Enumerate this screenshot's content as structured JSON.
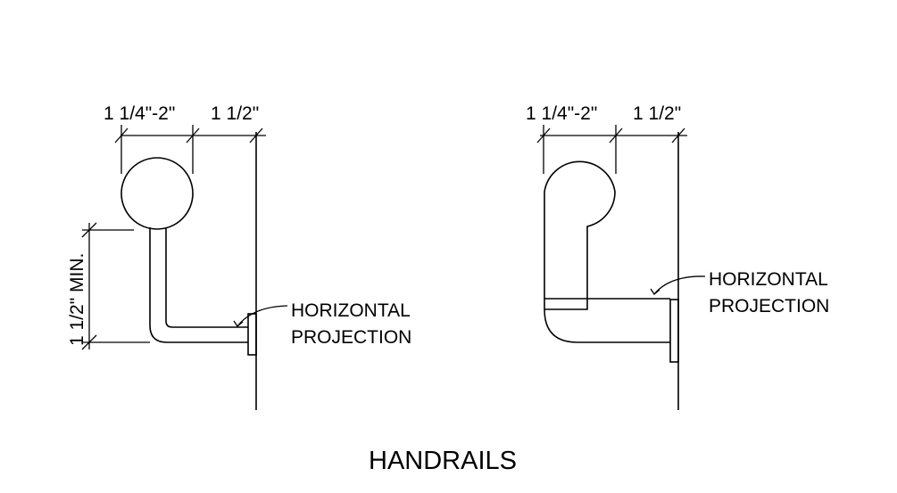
{
  "title": "HANDRAILS",
  "left_detail": {
    "dim_width": "1 1/4\"-2\"",
    "dim_clearance": "1 1/2\"",
    "dim_vertical": "1 1/2\" MIN.",
    "label_line1": "HORIZONTAL",
    "label_line2": "PROJECTION"
  },
  "right_detail": {
    "dim_width": "1 1/4\"-2\"",
    "dim_clearance": "1 1/2\"",
    "label_line1": "HORIZONTAL",
    "label_line2": "PROJECTION"
  }
}
